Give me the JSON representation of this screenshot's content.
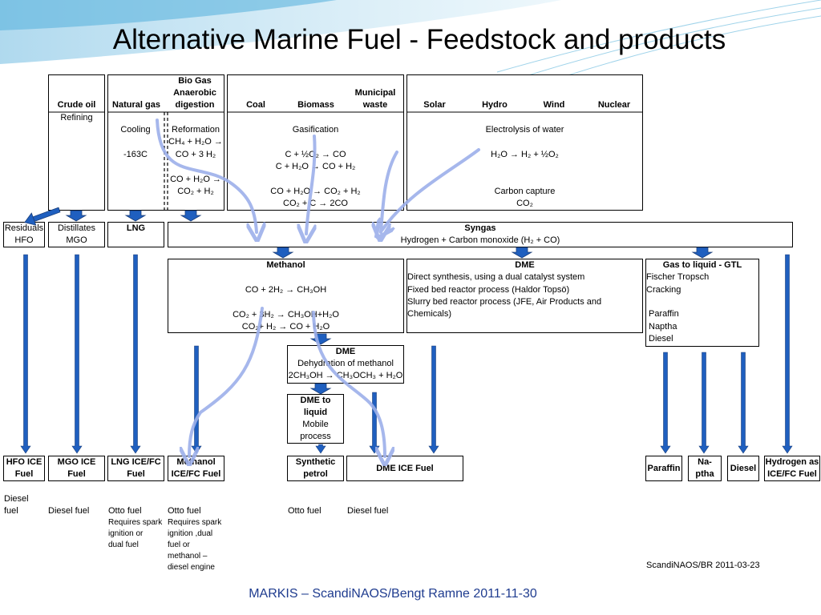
{
  "title": "Alternative Marine Fuel - Feedstock and products",
  "feedstocks": {
    "crude_oil": "Crude oil",
    "natural_gas": "Natural gas",
    "bio_gas": [
      "Bio Gas",
      "Anaerobic",
      "digestion"
    ],
    "coal": "Coal",
    "biomass": "Biomass",
    "municipal_waste": [
      "Municipal",
      "waste"
    ],
    "solar": "Solar",
    "hydro": "Hydro",
    "wind": "Wind",
    "nuclear": "Nuclear"
  },
  "processes": {
    "refining": "Refining",
    "cooling": "Cooling",
    "cooling_temp": "-163C",
    "reformation": "Reformation",
    "reform_eq1": "CH₄ + H₂O →",
    "reform_eq2": "CO + 3 H₂",
    "reform_eq3": "CO + H₂O →",
    "reform_eq4": "CO₂ + H₂",
    "gasification": "Gasification",
    "gas_eq1": "C + ½O₂ → CO",
    "gas_eq2": "C + H₂O → CO + H₂",
    "gas_eq3": "CO + H₂O → CO₂ + H₂",
    "gas_eq4": "CO₂ + C → 2CO",
    "electrolysis": "Electrolysis of water",
    "elec_eq": "H₂O → H₂ + ½O₂",
    "carbon_capture": "Carbon capture",
    "carbon_capture_formula": "CO₂"
  },
  "intermediates": {
    "residuals": [
      "Residuals",
      "HFO"
    ],
    "distillates": [
      "Distillates",
      "MGO"
    ],
    "lng": "LNG",
    "syngas_title": "Syngas",
    "syngas_desc": "Hydrogen + Carbon monoxide (H₂ + CO)"
  },
  "synthesis": {
    "methanol_title": "Methanol",
    "methanol_eq1": "CO + 2H₂ → CH₃OH",
    "methanol_eq2": "CO₂ + 3H₂ → CH₃OH+H₂O",
    "methanol_eq3": "CO₂+ H₂ → CO + H₂O",
    "dme_title": "DME",
    "dme_lines": [
      "Direct synthesis, using a dual catalyst system",
      "Fixed bed reactor process (Haldor Topsö)",
      "Slurry bed reactor process (JFE, Air Products and",
      "Chemicals)"
    ],
    "gtl_title": "Gas to liquid - GTL",
    "gtl_lines": [
      "Fischer Tropsch",
      "Cracking",
      "",
      "Paraffin",
      "Naptha",
      "Diesel"
    ],
    "dme2_title": "DME",
    "dme2_l1": "Dehydration  of methanol",
    "dme2_l2": "2CH₃OH → CH₃OCH₃ + H₂O",
    "dtl_title": [
      "DME to",
      "liquid"
    ],
    "dtl_sub": [
      "Mobile",
      "process"
    ]
  },
  "products": {
    "hfo": [
      "HFO ICE",
      "Fuel"
    ],
    "mgo": [
      "MGO ICE",
      "Fuel"
    ],
    "lng": [
      "LNG ICE/FC",
      "Fuel"
    ],
    "methanol": [
      "Methanol",
      "ICE/FC Fuel"
    ],
    "synthetic": [
      "Synthetic",
      "petrol"
    ],
    "dme": "DME ICE Fuel",
    "paraffin": "Paraffin",
    "naptha": [
      "Na-",
      "ptha"
    ],
    "diesel": "Diesel",
    "hydrogen": [
      "Hydrogen as",
      "ICE/FC Fuel"
    ]
  },
  "usage": {
    "hfo": [
      "Diesel",
      "fuel"
    ],
    "mgo": "Diesel fuel",
    "lng": "Otto fuel",
    "lng_note": [
      "Requires spark",
      "ignition or",
      "dual fuel"
    ],
    "methanol": "Otto fuel",
    "methanol_note": [
      "Requires spark",
      "ignition ,dual",
      "fuel or",
      "methanol –",
      "diesel engine"
    ],
    "synthetic": "Otto fuel",
    "dme": "Diesel fuel"
  },
  "credit": "ScandiNAOS/BR 2011-03-23",
  "footer": "MARKIS – ScandiNAOS/Bengt Ramne 2011-11-30",
  "colors": {
    "arrow_fill": "#1f5fbf",
    "arrow_stroke": "#1b3f7a",
    "curve": "#9db0ea",
    "footer": "#1f3c8f",
    "decor": "#7ec4e6"
  }
}
